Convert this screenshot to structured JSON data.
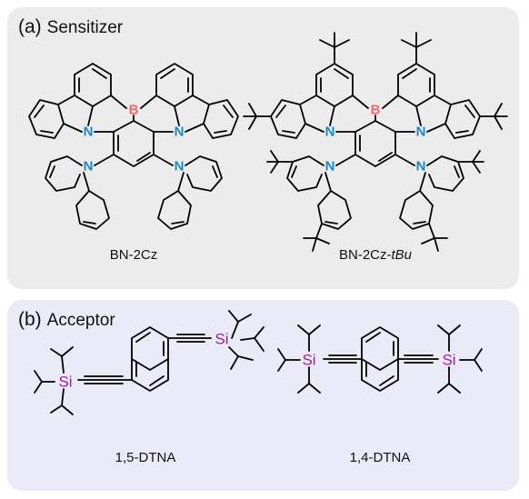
{
  "panel_a": {
    "letter": "(a)",
    "title": "Sensitizer",
    "molecules": [
      {
        "name": "BN-2Cz",
        "suffix": ""
      },
      {
        "name": "BN-2Cz-",
        "suffix": "tBu"
      }
    ]
  },
  "panel_b": {
    "letter": "(b)",
    "title": "Acceptor",
    "molecules": [
      {
        "name": "1,5-DTNA"
      },
      {
        "name": "1,4-DTNA"
      }
    ]
  },
  "atoms": {
    "nitrogen": "N",
    "boron": "B",
    "silicon": "Si"
  },
  "colors": {
    "nitrogen": "#1d86c9",
    "boron": "#f06b6b",
    "silicon": "#a8189c",
    "panel_a_bg": "#ececec",
    "panel_b_bg": "#ebebf7"
  }
}
